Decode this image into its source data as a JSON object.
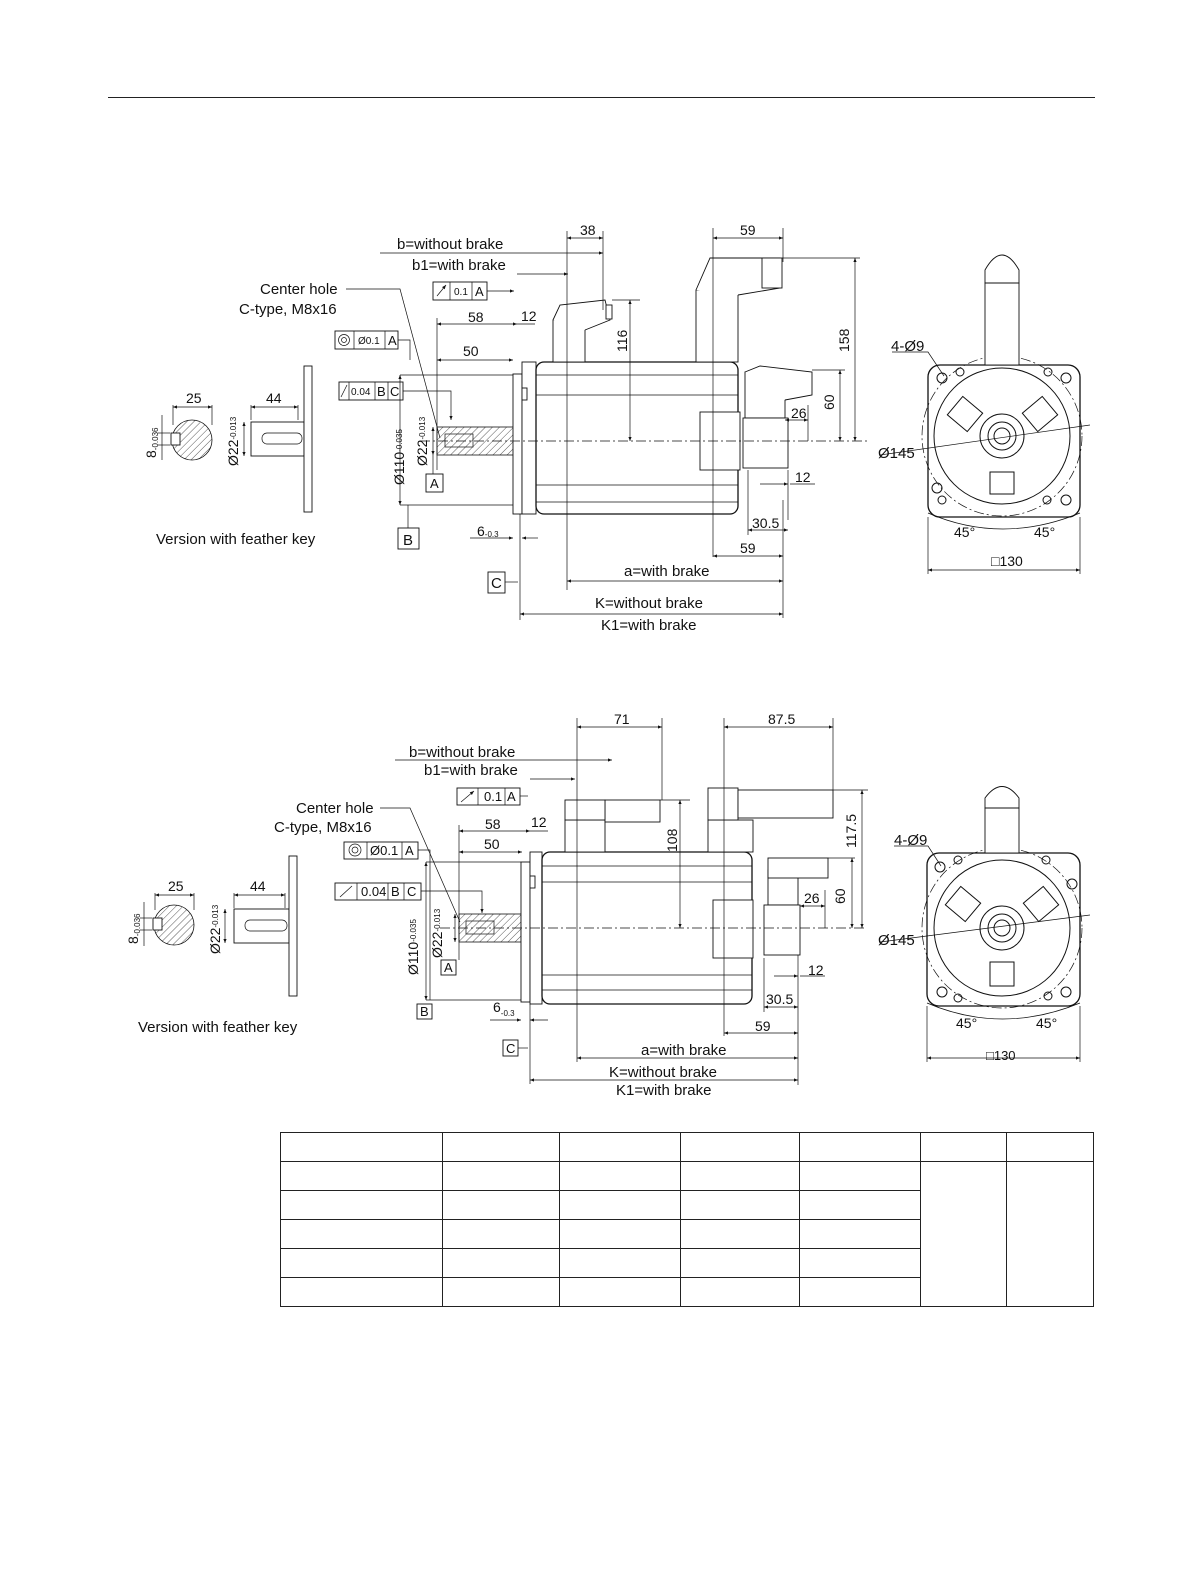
{
  "drawing1": {
    "labels": {
      "b_without": "b=without brake",
      "b1_with": "b1=with brake",
      "center_hole_1": "Center hole",
      "center_hole_2": "C-type, M8x16",
      "version_key": "Version with feather key",
      "a_with": "a=with brake",
      "K_without": "K=without brake",
      "K1_with": "K1=with brake",
      "holes": "4-Ø9",
      "pcd": "Ø145",
      "angle1": "45°",
      "angle2": "45°",
      "square": "□130"
    },
    "dims": {
      "d38": "38",
      "d59_top": "59",
      "d58": "58",
      "d12_top": "12",
      "d50": "50",
      "d116": "116",
      "d158": "158",
      "d60": "60",
      "d26": "26",
      "d12_right": "12",
      "d30_5": "30.5",
      "d59_bottom": "59",
      "d6": "6",
      "d6_tol": "-0.3",
      "d25": "25",
      "d44": "44",
      "d8": "8",
      "d8_tol": "-0.036",
      "d22": "Ø22",
      "d22_tol": "-0.013",
      "d110": "Ø110",
      "d110_tol": "-0.035"
    },
    "tolerance_frames": {
      "runout_top": {
        "value": "0.1",
        "datum": "A"
      },
      "concentricity": {
        "value": "Ø0.1",
        "datum": "A"
      },
      "runout": {
        "value": "0.04",
        "datum1": "B",
        "datum2": "C"
      }
    },
    "datums": {
      "A": "A",
      "B": "B",
      "C": "C"
    }
  },
  "drawing2": {
    "labels": {
      "b_without": "b=without brake",
      "b1_with": "b1=with brake",
      "center_hole_1": "Center hole",
      "center_hole_2": "C-type, M8x16",
      "version_key": "Version with feather key",
      "a_with": "a=with brake",
      "K_without": "K=without brake",
      "K1_with": "K1=with brake",
      "holes": "4-Ø9",
      "pcd": "Ø145",
      "angle1": "45°",
      "angle2": "45°",
      "square": "□130"
    },
    "dims": {
      "d71": "71",
      "d87_5": "87.5",
      "d58": "58",
      "d12_top": "12",
      "d50": "50",
      "d108": "108",
      "d117_5": "117.5",
      "d60": "60",
      "d26": "26",
      "d12_right": "12",
      "d30_5": "30.5",
      "d59_bottom": "59",
      "d6": "6",
      "d6_tol": "-0.3",
      "d25": "25",
      "d44": "44",
      "d8": "8",
      "d8_tol": "-0.036",
      "d22": "Ø22",
      "d22_tol": "-0.013",
      "d110": "Ø110",
      "d110_tol": "-0.035"
    },
    "tolerance_frames": {
      "runout_top": {
        "value": "0.1",
        "datum": "A"
      },
      "concentricity": {
        "value": "Ø0.1",
        "datum": "A"
      },
      "runout": {
        "value": "0.04",
        "datum1": "B",
        "datum2": "C"
      }
    },
    "datums": {
      "A": "A",
      "B": "B",
      "C": "C"
    }
  }
}
